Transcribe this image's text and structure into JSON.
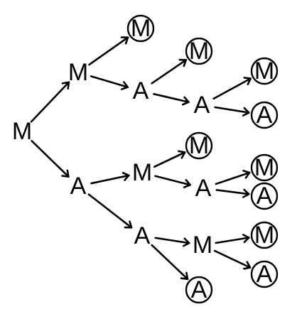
{
  "diagram": {
    "type": "probability-tree",
    "nodes": [
      {
        "id": "n0",
        "label": "M",
        "circled": false
      },
      {
        "id": "n1",
        "label": "M",
        "circled": false
      },
      {
        "id": "n2",
        "label": "A",
        "circled": false
      },
      {
        "id": "n3",
        "label": "M",
        "circled": true
      },
      {
        "id": "n4",
        "label": "A",
        "circled": false
      },
      {
        "id": "n5",
        "label": "M",
        "circled": true
      },
      {
        "id": "n6",
        "label": "A",
        "circled": false
      },
      {
        "id": "n7",
        "label": "M",
        "circled": true
      },
      {
        "id": "n8",
        "label": "A",
        "circled": true
      },
      {
        "id": "n9",
        "label": "M",
        "circled": false
      },
      {
        "id": "n10",
        "label": "M",
        "circled": true
      },
      {
        "id": "n11",
        "label": "A",
        "circled": false
      },
      {
        "id": "n12",
        "label": "M",
        "circled": true
      },
      {
        "id": "n13",
        "label": "A",
        "circled": true
      },
      {
        "id": "n14",
        "label": "A",
        "circled": false
      },
      {
        "id": "n15",
        "label": "M",
        "circled": false
      },
      {
        "id": "n16",
        "label": "A",
        "circled": true
      },
      {
        "id": "n17",
        "label": "M",
        "circled": true
      },
      {
        "id": "n18",
        "label": "A",
        "circled": true
      }
    ],
    "edges": [
      [
        "n0",
        "n1"
      ],
      [
        "n0",
        "n2"
      ],
      [
        "n1",
        "n3"
      ],
      [
        "n1",
        "n4"
      ],
      [
        "n4",
        "n5"
      ],
      [
        "n4",
        "n6"
      ],
      [
        "n6",
        "n7"
      ],
      [
        "n6",
        "n8"
      ],
      [
        "n2",
        "n9"
      ],
      [
        "n2",
        "n14"
      ],
      [
        "n9",
        "n10"
      ],
      [
        "n9",
        "n11"
      ],
      [
        "n11",
        "n12"
      ],
      [
        "n11",
        "n13"
      ],
      [
        "n14",
        "n15"
      ],
      [
        "n14",
        "n16"
      ],
      [
        "n15",
        "n17"
      ],
      [
        "n15",
        "n18"
      ]
    ]
  }
}
